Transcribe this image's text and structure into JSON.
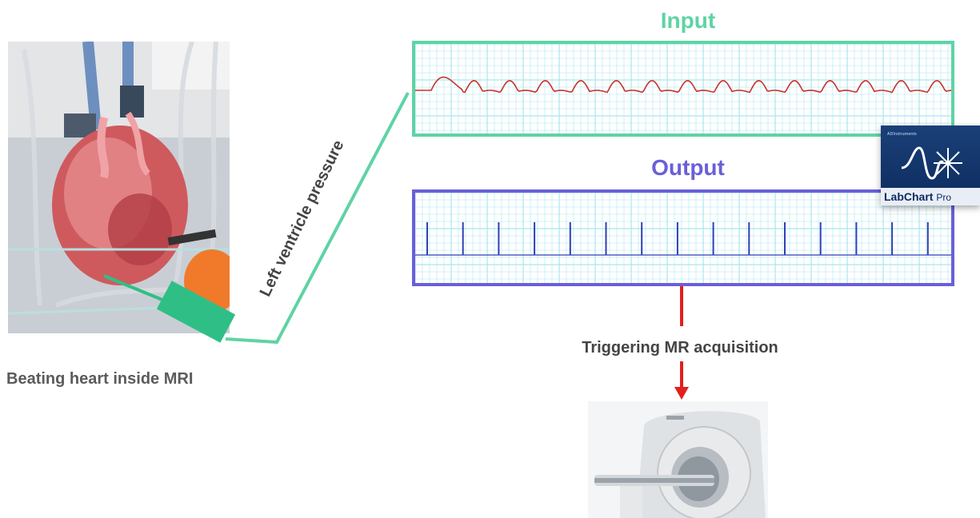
{
  "heart": {
    "caption": "Beating heart inside MRI",
    "sensor_color": "#2fbf86"
  },
  "connector": {
    "label": "Left ventricle pressure",
    "color": "#5fd3a4"
  },
  "input": {
    "title": "Input",
    "color": "#5fd3a4",
    "trace_color": "#c8322d",
    "grid_color": "#a9e6f0"
  },
  "output": {
    "title": "Output",
    "color": "#6a5fd8",
    "trace_color": "#2f3fb8",
    "grid_color": "#a9e6f0"
  },
  "labchart": {
    "brand_small": "ADInstruments",
    "wordmark": "LabChart",
    "edition": "Pro"
  },
  "trigger": {
    "label": "Triggering MR acquisition",
    "arrow_color": "#e3201b"
  }
}
